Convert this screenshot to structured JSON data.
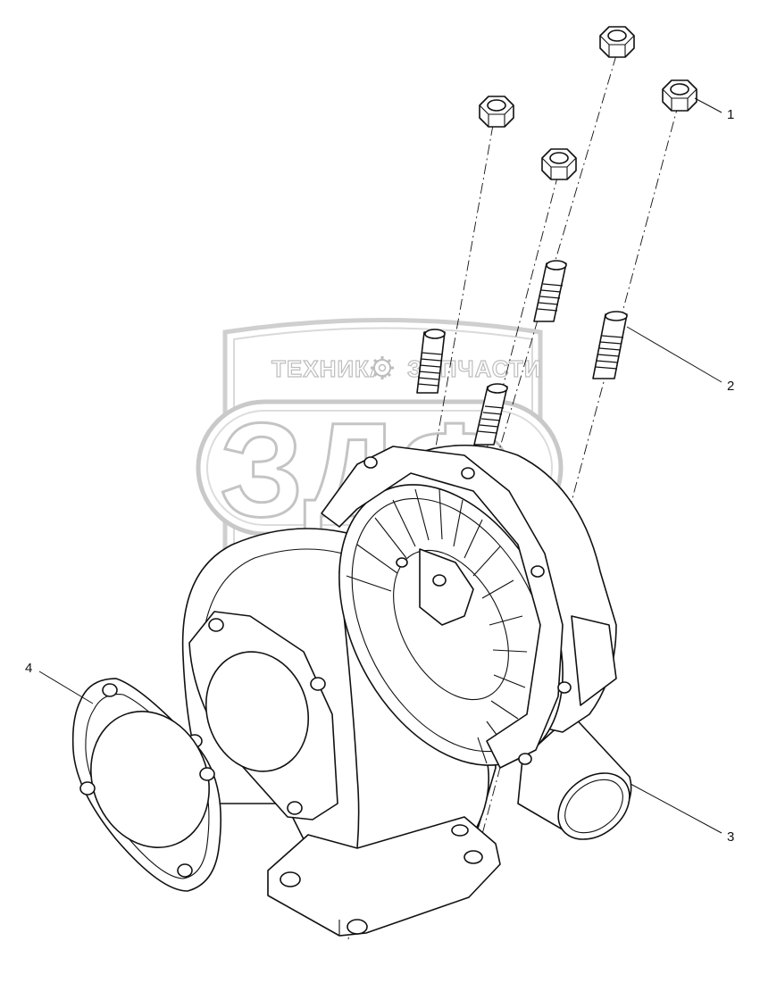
{
  "watermark": {
    "left_text": "ТЕХНИКА",
    "right_text": "ЗАПЧАСТИ",
    "big_letters": "ЗДФ",
    "gear_icon": "gear-icon",
    "color": "#c4c4c4"
  },
  "callouts": [
    {
      "id": "callout-1",
      "label": "1"
    },
    {
      "id": "callout-2",
      "label": "2"
    },
    {
      "id": "callout-3",
      "label": "3"
    },
    {
      "id": "callout-4",
      "label": "4"
    }
  ],
  "parts": {
    "nuts": 4,
    "studs": 4
  }
}
